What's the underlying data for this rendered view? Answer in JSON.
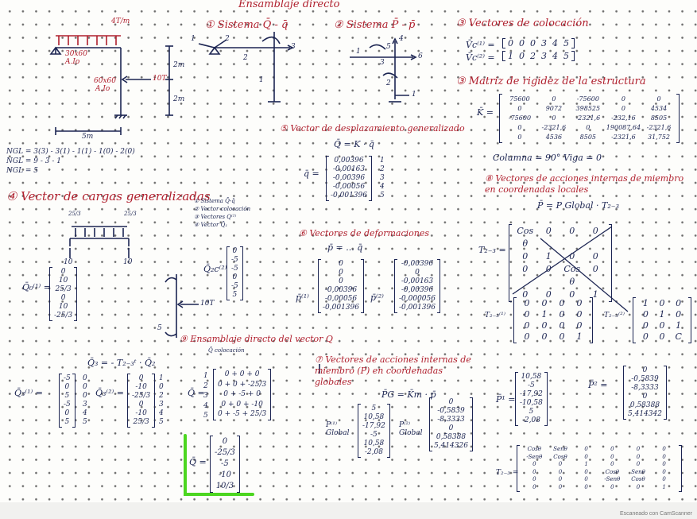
{
  "title": "Ensamblaje directo",
  "footer": "Escaneado con CamScanner",
  "structure": {
    "load": "4T/m",
    "beam_label": "30x60",
    "beam_steel": "A.Io",
    "column_label": "60x60",
    "column_steel": "A.Io",
    "force": "10T",
    "h1": "2m",
    "h2": "2m",
    "span": "5m",
    "ngl_lines": [
      "NGL = 3(3) - 3(1) - 1(1) - 1(0) - 2(0)",
      "NGL = 9 - 3 - 1",
      "NGL = 5"
    ]
  },
  "s1": {
    "heading": "① Sistema Q̄ - q̄",
    "labels": [
      "1",
      "2",
      "3",
      "2",
      "1"
    ]
  },
  "s2": {
    "heading": "② Sistema P̄ - p̄",
    "labels": [
      "1",
      "5",
      "4",
      "3",
      "6",
      "2",
      "1"
    ]
  },
  "s3": {
    "heading": "③ Vectores de colocación",
    "vc1_label": "V̄c⁽¹⁾ =",
    "vc1": [
      "0",
      "0",
      "0",
      "3",
      "4",
      "5"
    ],
    "vc2_label": "V̄c⁽²⁾ =",
    "vc2": [
      "1",
      "0",
      "2",
      "3",
      "4",
      "5"
    ]
  },
  "s3b": {
    "heading": "③ Matriz de rigidez de la estructura",
    "label": "K̄ =",
    "rows": [
      [
        "75600",
        "0",
        "-75600",
        "0",
        "0"
      ],
      [
        "0",
        "9072",
        "398525",
        "0",
        "4534"
      ],
      [
        "-75600",
        "0",
        "-2321,6",
        "-232,16",
        "8505"
      ],
      [
        "0",
        "-2321,6",
        "0",
        "190087,64",
        "-2321,6"
      ],
      [
        "0",
        "4536",
        "8505",
        "-2321,6",
        "31,752"
      ]
    ],
    "note": "Columna = 90°   Viga = 0"
  },
  "s4": {
    "heading": "④ Vector de cargas generalizadas",
    "list": [
      "① Sistema Q̄-q̄",
      "② Vector colocación",
      "③ Vectores Q⁽²⁾",
      "④ Vector Q̄₁"
    ],
    "load_left": "10",
    "load_right": "10",
    "m_left": "25/3",
    "m_right": "25/3",
    "q_label": "Q̄₀⁽¹⁾ =",
    "q1": [
      "0",
      "10",
      "25/3",
      "0",
      "10",
      "-25/3"
    ],
    "qe2_label": "Q̄₂c⁽²⁾",
    "qe2": [
      "0",
      "-5",
      "-5",
      "0",
      "-5",
      "5"
    ],
    "force": "10T",
    "dim": "5"
  },
  "s4b": {
    "formula": "Q̄₃ = - T₂₋₃ᵗ · Q̄₂",
    "q3_label": "Q̄₃⁽¹⁾ =",
    "q3": [
      "-5",
      "0",
      "5",
      "-5",
      "0",
      "5"
    ],
    "q3_idx": [
      "0",
      "0",
      "0",
      "3",
      "4",
      "5"
    ],
    "q32_label": "Q̄₃⁽²⁾ =",
    "q32": [
      "0",
      "-10",
      "-25/3",
      "0",
      "-10",
      "25/3"
    ],
    "q32_idx": [
      "1",
      "0",
      "2",
      "3",
      "4",
      "5"
    ]
  },
  "s5": {
    "heading": "⑤ Vector de desplazamiento generalizado",
    "formula": "Q̄ = K · q̄",
    "label": "q̄ =",
    "values": [
      "0,00396",
      "-0,00163",
      "-0,00396",
      "-0,00056",
      "-0,001396"
    ],
    "idx": [
      "1",
      "2",
      "3",
      "4",
      "5"
    ]
  },
  "s6": {
    "heading": "⑥ Vectores de deformaciones",
    "formula": "p̄ = ... q̄",
    "p1_label": "p̄⁽¹⁾",
    "p1": [
      "0",
      "0",
      "0",
      "-0,00396",
      "-0,00056",
      "-0,001396"
    ],
    "p2_label": "p̄⁽²⁾",
    "p2": [
      "-0,00396",
      "0",
      "-0,00163",
      "-0,00396",
      "-0,000056",
      "-0,001396"
    ]
  },
  "s7": {
    "heading": "⑦ Vectores de acciones internas de miembro (P) en coordenadas globales",
    "formula": "P̄G = K̄m · p̄",
    "p1_label": "P⁽¹⁾ Global",
    "p1": [
      "5",
      "10,58",
      "-17,92",
      "-5",
      "10,58",
      "-2,08"
    ],
    "p2_label": "P⁽²⁾ Global",
    "p2": [
      "0",
      "-0,5839",
      "-8,3333",
      "0",
      "0,58388",
      "5,414326"
    ]
  },
  "s8": {
    "heading": "⑧ Vectores de acciones internas de miembro en coordenadas locales",
    "formula": "P̄ = P Global · T₂₋₃",
    "t_label": "T₂₋₃ =",
    "t_rows": [
      [
        "Cos θ",
        "0",
        "0",
        "0"
      ],
      [
        "0",
        "1",
        "0",
        "0"
      ],
      [
        "0",
        "0",
        "Cos θ",
        "0"
      ],
      [
        "0",
        "0",
        "0",
        "1"
      ]
    ],
    "t1_label": "T₂₋₃⁽¹⁾",
    "t1_rows": [
      [
        "0",
        "0",
        "0",
        "0"
      ],
      [
        "0",
        "1",
        "0",
        "0"
      ],
      [
        "0",
        "0",
        "0",
        "0"
      ],
      [
        "0",
        "0",
        "0",
        "1"
      ]
    ],
    "t2_label": "T₂₋₃⁽²⁾",
    "t2_rows": [
      [
        "1",
        "0",
        "0"
      ],
      [
        "0",
        "1",
        "0"
      ],
      [
        "0",
        "0",
        "1"
      ],
      [
        "0",
        "0",
        "C"
      ]
    ],
    "p_label": "P̄¹ =",
    "p1": [
      "10,58",
      "-5",
      "-17,92",
      "-10,58",
      "5",
      "-2,08"
    ],
    "p2_label": "P̄² =",
    "p2": [
      "0",
      "-0,5839",
      "-8,3333",
      "0",
      "0,58388",
      "5,414342"
    ],
    "t3_label": "T₂₋₃ =",
    "t3_rows": [
      [
        "Cosθ",
        "Senθ",
        "0",
        "0",
        "0",
        "0"
      ],
      [
        "-Senθ",
        "Cosθ",
        "0",
        "0",
        "0",
        "0"
      ],
      [
        "0",
        "0",
        "1",
        "0",
        "0",
        "0"
      ],
      [
        "0",
        "0",
        "0",
        "Cosθ",
        "Senθ",
        "0"
      ],
      [
        "0",
        "0",
        "0",
        "-Senθ",
        "Cosθ",
        "0"
      ],
      [
        "0",
        "0",
        "0",
        "0",
        "0",
        "1"
      ]
    ]
  },
  "s9": {
    "heading": "⑨ Ensamblaje directo del vector Q",
    "sub": "Q̄ colocación",
    "label": "Q̄ =",
    "rows": [
      "0  +  0  +  0",
      "0  +  0  +  -25/3",
      "0  +  -5  +  0",
      "0  +  0  +  -10",
      "0  +  -5  +  25/3"
    ],
    "idx": [
      "1",
      "2",
      "3",
      "4",
      "5"
    ],
    "result_label": "Q̄ =",
    "result": [
      "0",
      "-25/3",
      "-5",
      "-10",
      "10/3"
    ]
  }
}
